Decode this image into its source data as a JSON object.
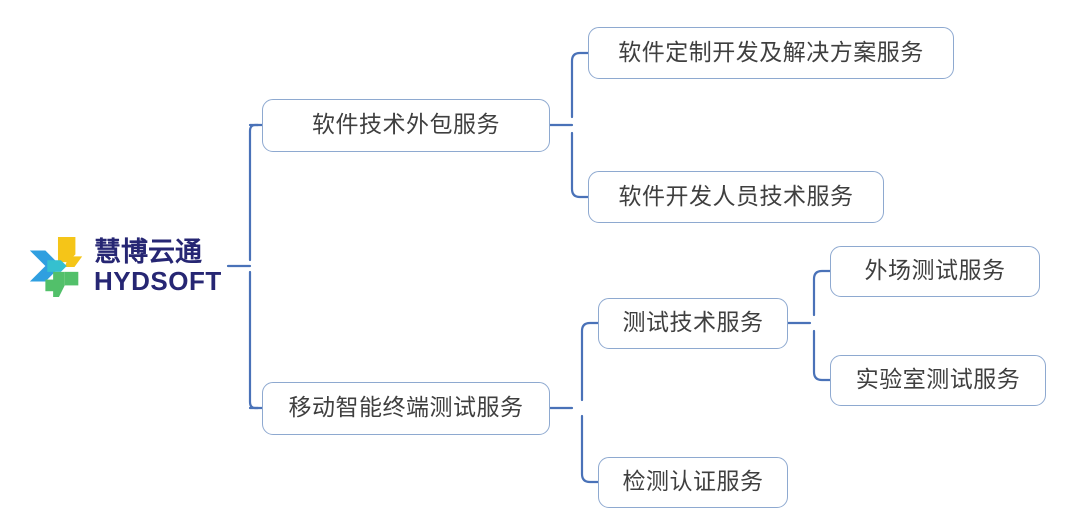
{
  "brand": {
    "logo_icon": "hydsoft-pinwheel-logo-icon",
    "name_cn": "慧博云通",
    "name_en": "HYDSOFT",
    "colors": {
      "text": "#262673",
      "mark_blue": "#2f9fe0",
      "mark_teal": "#35c0cf",
      "mark_yellow": "#f5c518",
      "mark_green": "#52c06a"
    }
  },
  "theme": {
    "line_color": "#4a72b8",
    "box_border": "#8ea9d0",
    "box_fill": "#ffffff",
    "box_text": "#3f3f3f",
    "background": "#ffffff"
  },
  "diagram": {
    "type": "tree",
    "orientation": "left-to-right",
    "root": "慧博云通 HYDSOFT",
    "branches": [
      {
        "id": "software-outsourcing",
        "label": "软件技术外包服务",
        "children": [
          {
            "id": "custom-dev-solutions",
            "label": "软件定制开发及解决方案服务",
            "children": []
          },
          {
            "id": "developer-tech-service",
            "label": "软件开发人员技术服务",
            "children": []
          }
        ]
      },
      {
        "id": "mobile-terminal-testing",
        "label": "移动智能终端测试服务",
        "children": [
          {
            "id": "testing-technology-service",
            "label": "测试技术服务",
            "children": [
              {
                "id": "field-testing-service",
                "label": "外场测试服务",
                "children": []
              },
              {
                "id": "lab-testing-service",
                "label": "实验室测试服务",
                "children": []
              }
            ]
          },
          {
            "id": "inspection-certification-service",
            "label": "检测认证服务",
            "children": []
          }
        ]
      }
    ],
    "nodes": {
      "software_outsourcing": "软件技术外包服务",
      "custom_dev_solutions": "软件定制开发及解决方案服务",
      "developer_tech_service": "软件开发人员技术服务",
      "mobile_terminal_testing": "移动智能终端测试服务",
      "testing_technology_service": "测试技术服务",
      "field_testing_service": "外场测试服务",
      "lab_testing_service": "实验室测试服务",
      "inspection_certification_service": "检测认证服务"
    }
  }
}
